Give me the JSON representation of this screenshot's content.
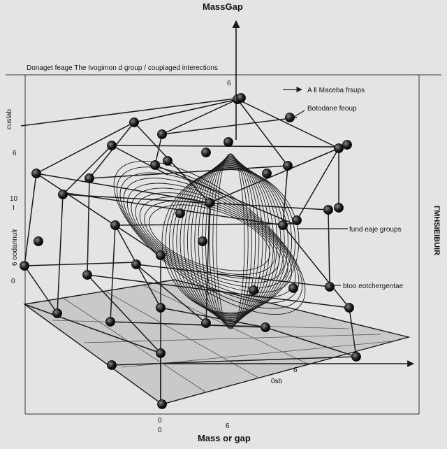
{
  "title": "MassGap",
  "bottom_title": "Mass or gap",
  "subtitle": "Donaget feage The Ivogimon d group / coupiaged interections",
  "right_label": "ГМНSIEIBUIR",
  "left_ticks": [
    "cuslab",
    "6",
    "10",
    "I",
    "6 oodannulr",
    "0"
  ],
  "top_tick": "6",
  "bottom_ticks": [
    "0",
    "0",
    "6"
  ],
  "bottom_mid_label": "0sb",
  "bottom_arrow_label": "6",
  "annotations": [
    {
      "text": "A Ⅱ Maceba frsups"
    },
    {
      "text": "Botodane feoup"
    },
    {
      "text": "fund eaje groups"
    },
    {
      "text": "btoo eotchergentae"
    }
  ],
  "colors": {
    "background": "#e4e4e4",
    "line": "#1a1a1a",
    "node": "#222222",
    "floor": "#c9c9c9"
  }
}
